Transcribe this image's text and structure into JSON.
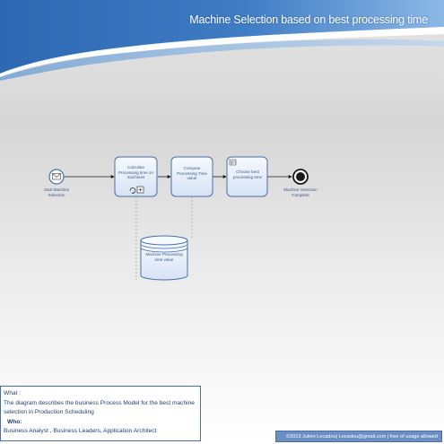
{
  "header": {
    "title": "Machine Selection based on best processing time"
  },
  "process": {
    "start_event": {
      "label": "Start Machine Selection"
    },
    "task_1": {
      "label": "Calculate Processing time on machines"
    },
    "task_2": {
      "label": "Compute Processing Time value"
    },
    "task_3": {
      "label": "Choose best processing time"
    },
    "end_event": {
      "label": "Machine Selection Complete"
    },
    "data_store": {
      "label": "Machine Processing time value"
    }
  },
  "info": {
    "what_label": "What :",
    "what_text": "The diagram describes the business Process Model for the best machine selection in Production Scheduling",
    "who_label": "Who:",
    "who_text": "Business Analyst , Business Leaders, Application Architect"
  },
  "footer": {
    "copyright": "©2013 Julien Lecadou| Lecadou@gmail.com | free of usage allowed"
  },
  "colors": {
    "banner_dark": "#2f6ab4",
    "banner_light": "#7fb0e0",
    "node_border": "#4a6fa5",
    "node_fill": "#e9f1fb",
    "footer_bg": "#6b8fc4"
  }
}
